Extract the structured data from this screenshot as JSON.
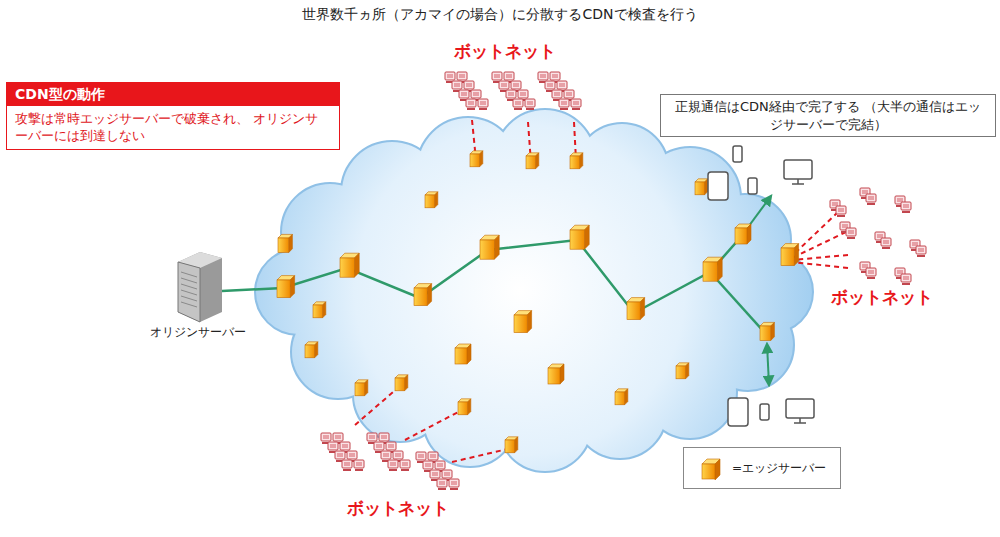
{
  "diagram": {
    "title": "世界数千ヵ所（アカマイの場合）に分散するCDNで検査を行う",
    "nodes": [
      {
        "text": [
          "CDN型の動作",
          "攻撃は常時エッジサーバーで破棄され、 オリジンサーバーには到達しない"
        ]
      },
      {
        "text": [
          "正規通信はCDN経由で完了する （大半の通信はエッジサーバーで完結）"
        ]
      }
    ],
    "labels": [
      "ボットネット",
      "オリジンサーバー",
      "ボットネット",
      "ボットネット"
    ],
    "legend": [
      {
        "text": "=エッジサーバー"
      }
    ]
  }
}
